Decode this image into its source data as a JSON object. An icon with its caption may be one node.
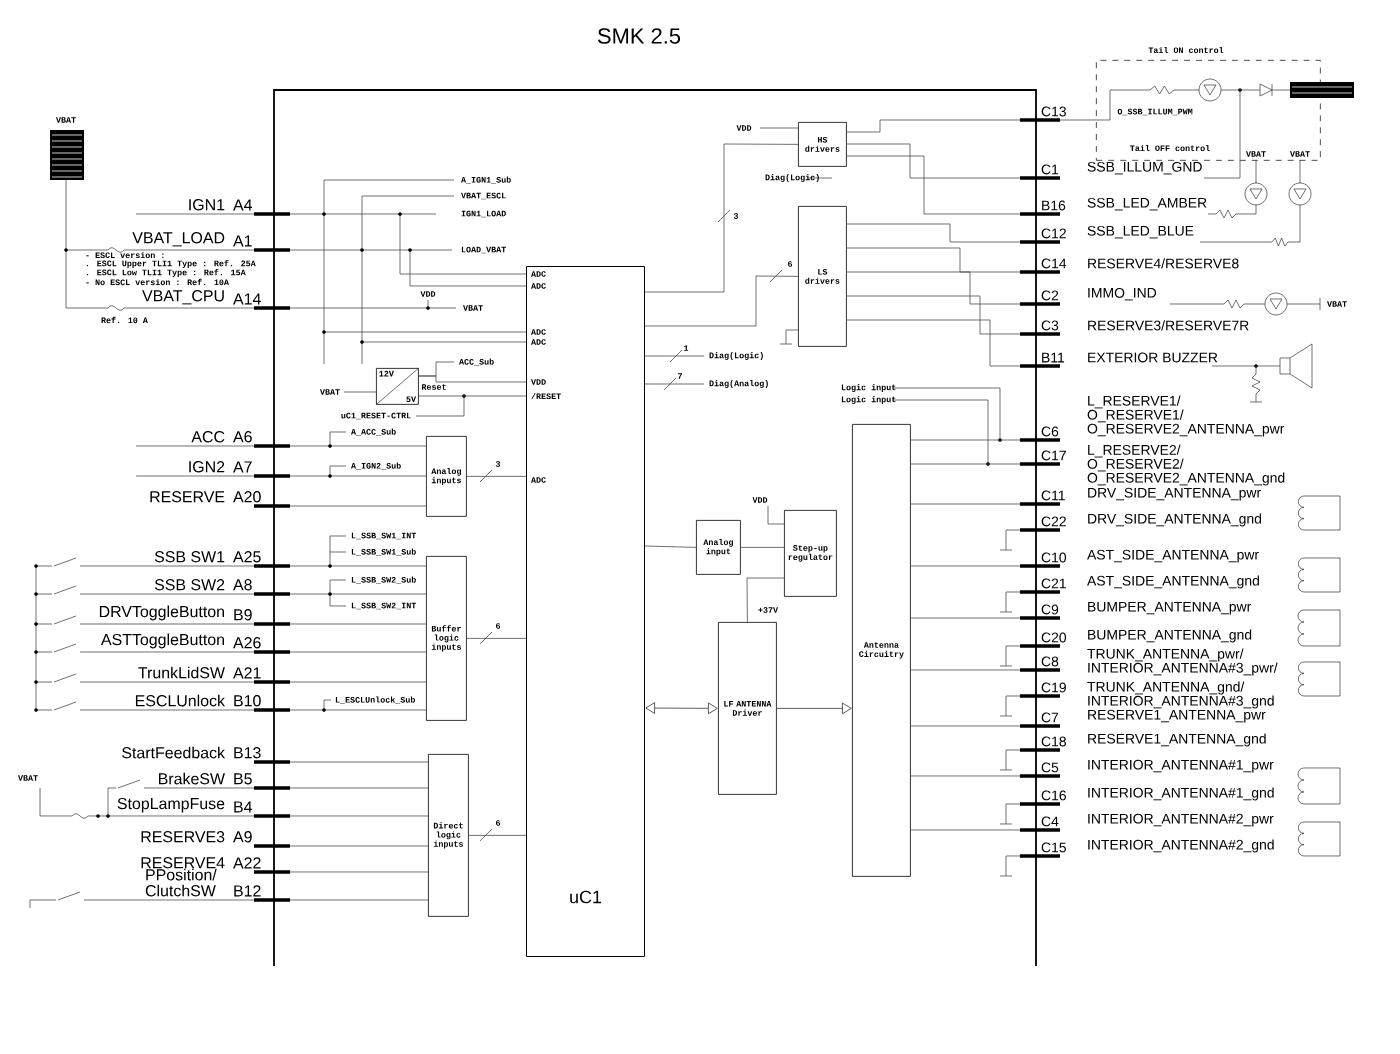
{
  "diagram": {
    "nodes": [
      {
        "text": [
          "SMK 2.5"
        ]
      },
      {
        "text": [
          "uC1"
        ],
        "in": 0
      },
      {
        "text": [
          "Analog inputs"
        ],
        "in": 0
      },
      {
        "text": [
          "Buffer logic inputs"
        ],
        "in": 0
      },
      {
        "text": [
          "Direct logic inputs"
        ],
        "in": 0
      },
      {
        "text": [
          "12V",
          "5V"
        ],
        "in": 0
      },
      {
        "text": [
          "HS drivers"
        ],
        "in": 0
      },
      {
        "text": [
          "LS drivers"
        ],
        "in": 0
      },
      {
        "text": [
          "Analog input"
        ],
        "in": 0
      },
      {
        "text": [
          "Step-up regulator"
        ],
        "in": 0
      },
      {
        "text": [
          "LF ANTENNA Driver"
        ],
        "in": 0
      },
      {
        "text": [
          "Antenna Circuitry"
        ],
        "in": 0
      },
      {
        "text": [
          "Tail ON control",
          "O_SSB_ILLUM_PWM",
          "Tail OFF control"
        ]
      }
    ],
    "edges": [
      {
        "from": 2,
        "to": 1,
        "arrow": "none",
        "label": "3"
      },
      {
        "from": 3,
        "to": 1,
        "arrow": "none",
        "label": "6"
      },
      {
        "from": 4,
        "to": 1,
        "arrow": "none",
        "label": "6"
      },
      {
        "from": 1,
        "to": 6,
        "arrow": "none",
        "label": "3"
      },
      {
        "from": 1,
        "to": 7,
        "arrow": "none",
        "label": "6"
      },
      {
        "from": 1,
        "to": 8,
        "arrow": "none"
      },
      {
        "from": 8,
        "to": 9,
        "arrow": "none"
      },
      {
        "from": 9,
        "to": 10,
        "arrow": "none",
        "label": "+37V"
      },
      {
        "from": 1,
        "to": 10,
        "arrow": "both"
      },
      {
        "from": 10,
        "to": 11,
        "arrow": "to"
      },
      {
        "from": 5,
        "to": 1,
        "arrow": "none"
      },
      {
        "from": 5,
        "to": 1,
        "arrow": "none"
      }
    ],
    "labels": [
      "VBAT",
      "- ESCL version :",
      ". ESCL Upper TLI1 Type : Ref. 25A",
      ". ESCL Low TLI1 Type : Ref. 15A",
      "- No ESCL version : Ref. 10A",
      "Ref. 10 A",
      "IGN1",
      "A4",
      "VBAT_LOAD",
      "A1",
      "VBAT_CPU",
      "A14",
      "ACC",
      "A6",
      "IGN2",
      "A7",
      "RESERVE",
      "A20",
      "SSB SW1",
      "A25",
      "SSB SW2",
      "A8",
      "DRVToggleButton",
      "B9",
      "ASTToggleButton",
      "A26",
      "TrunkLidSW",
      "A21",
      "ESCLUnlock",
      "B10",
      "StartFeedback",
      "B13",
      "BrakeSW",
      "B5",
      "StopLampFuse",
      "B4",
      "RESERVE3",
      "A9",
      "RESERVE4",
      "A22",
      "PPosition/ ClutchSW",
      "B12",
      "A_IGN1_Sub",
      "VBAT_ESCL",
      "IGN1_LOAD",
      "LOAD_VBAT",
      "VDD",
      "VBAT",
      "ADC",
      "ADC",
      "ADC",
      "ADC",
      "VDD",
      "/RESET",
      "ADC",
      "ACC_Sub",
      "VBAT",
      "Reset",
      "uC1_RESET-CTRL",
      "A_ACC_Sub",
      "A_IGN2_Sub",
      "L_SSB_SW1_INT",
      "L_SSB_SW1_Sub",
      "L_SSB_SW2_Sub",
      "L_SSB_SW2_INT",
      "L_ESCLUnlock_Sub",
      "VBAT",
      "VDD",
      "Diag(Logic)",
      "1",
      "Diag(Logic)",
      "7",
      "Diag(Analog)",
      "Logic input",
      "Logic input",
      "VDD",
      "VBAT",
      "VBAT",
      "VBAT",
      "C13",
      "C1",
      "SSB_ILLUM_GND",
      "B16",
      "SSB_LED_AMBER",
      "C12",
      "SSB_LED_BLUE",
      "C14",
      "RESERVE4/RESERVE8",
      "C2",
      "IMMO_IND",
      "C3",
      "RESERVE3/RESERVE7R",
      "B11",
      "EXTERIOR BUZZER",
      "C6",
      "L_RESERVE1/ O_RESERVE1/ O_RESERVE2_ANTENNA_pwr",
      "C17",
      "L_RESERVE2/ O_RESERVE2/ O_RESERVE2_ANTENNA_gnd",
      "C11",
      "DRV_SIDE_ANTENNA_pwr",
      "C22",
      "DRV_SIDE_ANTENNA_gnd",
      "C10",
      "AST_SIDE_ANTENNA_pwr",
      "C21",
      "AST_SIDE_ANTENNA_gnd",
      "C9",
      "BUMPER_ANTENNA_pwr",
      "C20",
      "BUMPER_ANTENNA_gnd",
      "C8",
      "TRUNK_ANTENNA_pwr/ INTERIOR_ANTENNA#3_pwr/",
      "C19",
      "TRUNK_ANTENNA_gnd/ INTERIOR_ANTENNA#3_gnd",
      "C7",
      "RESERVE1_ANTENNA_pwr",
      "C18",
      "RESERVE1_ANTENNA_gnd",
      "C5",
      "INTERIOR_ANTENNA#1_pwr",
      "C16",
      "INTERIOR_ANTENNA#1_gnd",
      "C4",
      "INTERIOR_ANTENNA#2_pwr",
      "C15",
      "INTERIOR_ANTENNA#2_gnd"
    ]
  }
}
